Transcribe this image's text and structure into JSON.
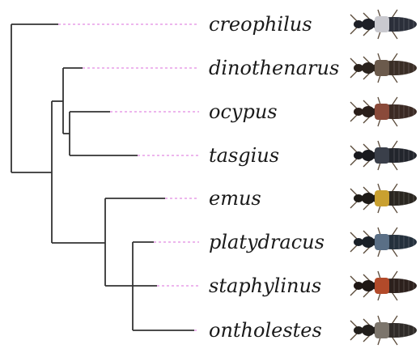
{
  "tree": {
    "taxa": [
      {
        "name": "creophilus",
        "beetle": {
          "body": "#2b2f3a",
          "accent": "#c9c9cf",
          "head": "#1d1f26"
        }
      },
      {
        "name": "dinothenarus",
        "beetle": {
          "body": "#3a2e26",
          "accent": "#6b5a4c",
          "head": "#2a221c"
        }
      },
      {
        "name": "ocypus",
        "beetle": {
          "body": "#3b2a24",
          "accent": "#8a4a3a",
          "head": "#2a1e1a"
        }
      },
      {
        "name": "tasgius",
        "beetle": {
          "body": "#22252c",
          "accent": "#3a3f4a",
          "head": "#18191e"
        }
      },
      {
        "name": "emus",
        "beetle": {
          "body": "#2a2620",
          "accent": "#c9a030",
          "head": "#1e1a16"
        }
      },
      {
        "name": "platydracus",
        "beetle": {
          "body": "#24303c",
          "accent": "#5a6f86",
          "head": "#1a2028"
        }
      },
      {
        "name": "staphylinus",
        "beetle": {
          "body": "#2c201c",
          "accent": "#b24a2a",
          "head": "#1f1714"
        }
      },
      {
        "name": "ontholestes",
        "beetle": {
          "body": "#2f2b28",
          "accent": "#7c756c",
          "head": "#221f1c"
        }
      }
    ],
    "colors": {
      "branch": "#333333",
      "guide": "#e28ae2",
      "label": "#1a1a1a"
    }
  }
}
